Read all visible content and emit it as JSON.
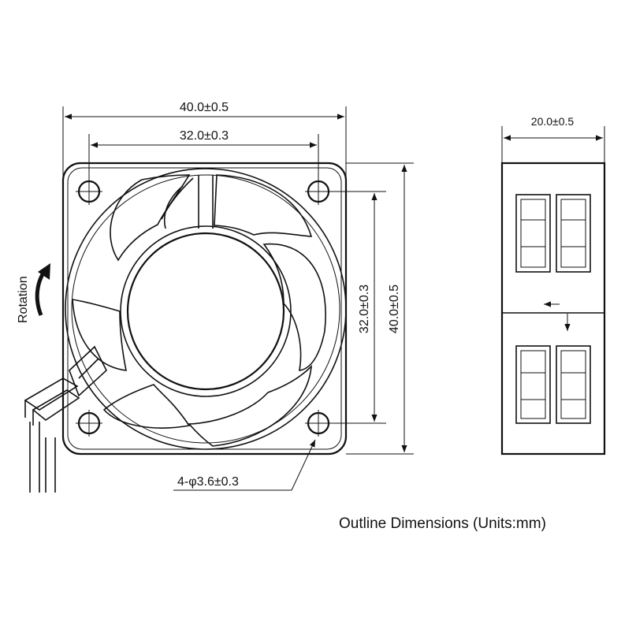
{
  "front_view": {
    "overall_width_label": "40.0±0.5",
    "hole_pitch_width_label": "32.0±0.3",
    "hole_pitch_height_label": "32.0±0.3",
    "overall_height_label": "40.0±0.5",
    "mounting_hole_label": "4-φ3.6±0.3",
    "rotation_label": "Rotation"
  },
  "side_view": {
    "depth_label": "20.0±0.5"
  },
  "caption": "Outline Dimensions (Units:mm)"
}
